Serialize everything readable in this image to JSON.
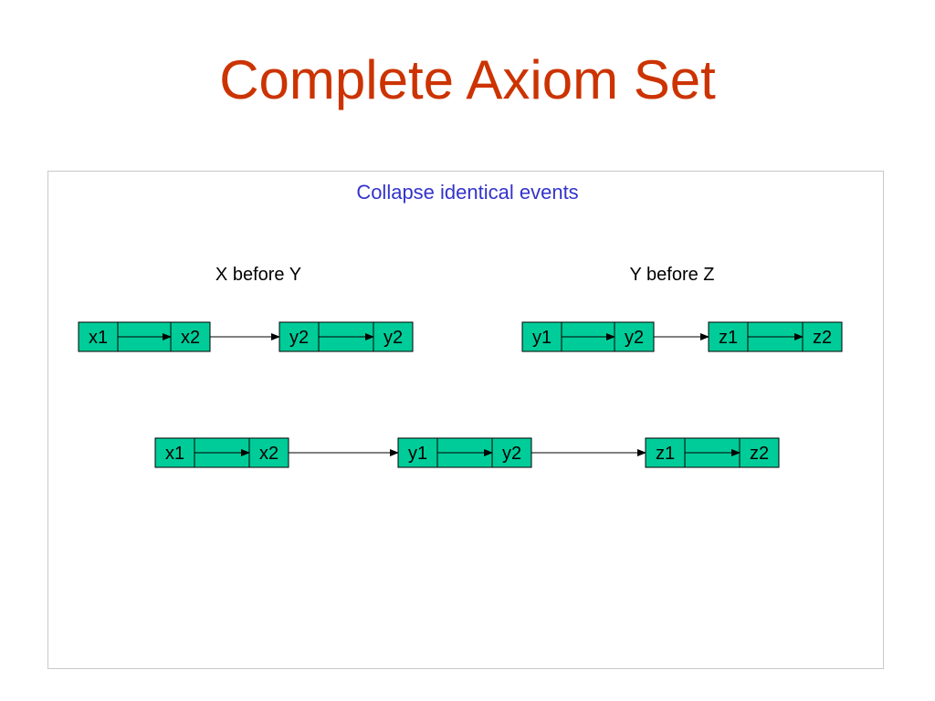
{
  "slide": {
    "title": "Complete Axiom Set",
    "subtitle": "Collapse identical events"
  },
  "captions": {
    "left": "X before Y",
    "right": "Y before Z"
  },
  "colors": {
    "title": "#cc3300",
    "subtitle": "#3333cc",
    "node_fill": "#00cc99",
    "node_stroke": "#000000",
    "arrow": "#000000"
  },
  "chains": {
    "x_before_y": [
      "x1",
      "x2",
      "y2",
      "y2"
    ],
    "y_before_z": [
      "y1",
      "y2",
      "z1",
      "z2"
    ],
    "combined": [
      "x1",
      "x2",
      "y1",
      "y2",
      "z1",
      "z2"
    ]
  }
}
